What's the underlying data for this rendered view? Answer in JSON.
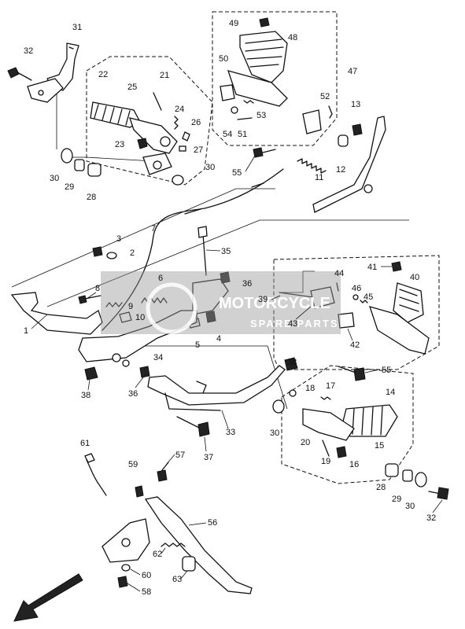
{
  "watermark": {
    "line1": "MOTORCYCLE",
    "line2": "SPARE PARTS"
  },
  "callouts": [
    "1",
    "2",
    "3",
    "4",
    "5",
    "6",
    "7",
    "8",
    "9",
    "10",
    "11",
    "12",
    "13",
    "14",
    "15",
    "16",
    "17",
    "18",
    "19",
    "20",
    "21",
    "22",
    "23",
    "24",
    "25",
    "26",
    "27",
    "28",
    "29",
    "30",
    "31",
    "32",
    "33",
    "34",
    "35",
    "36",
    "37",
    "38",
    "39",
    "40",
    "41",
    "42",
    "43",
    "44",
    "45",
    "46",
    "47",
    "48",
    "49",
    "50",
    "51",
    "52",
    "53",
    "54",
    "55",
    "56",
    "57",
    "58",
    "59",
    "60",
    "61",
    "62",
    "63"
  ]
}
